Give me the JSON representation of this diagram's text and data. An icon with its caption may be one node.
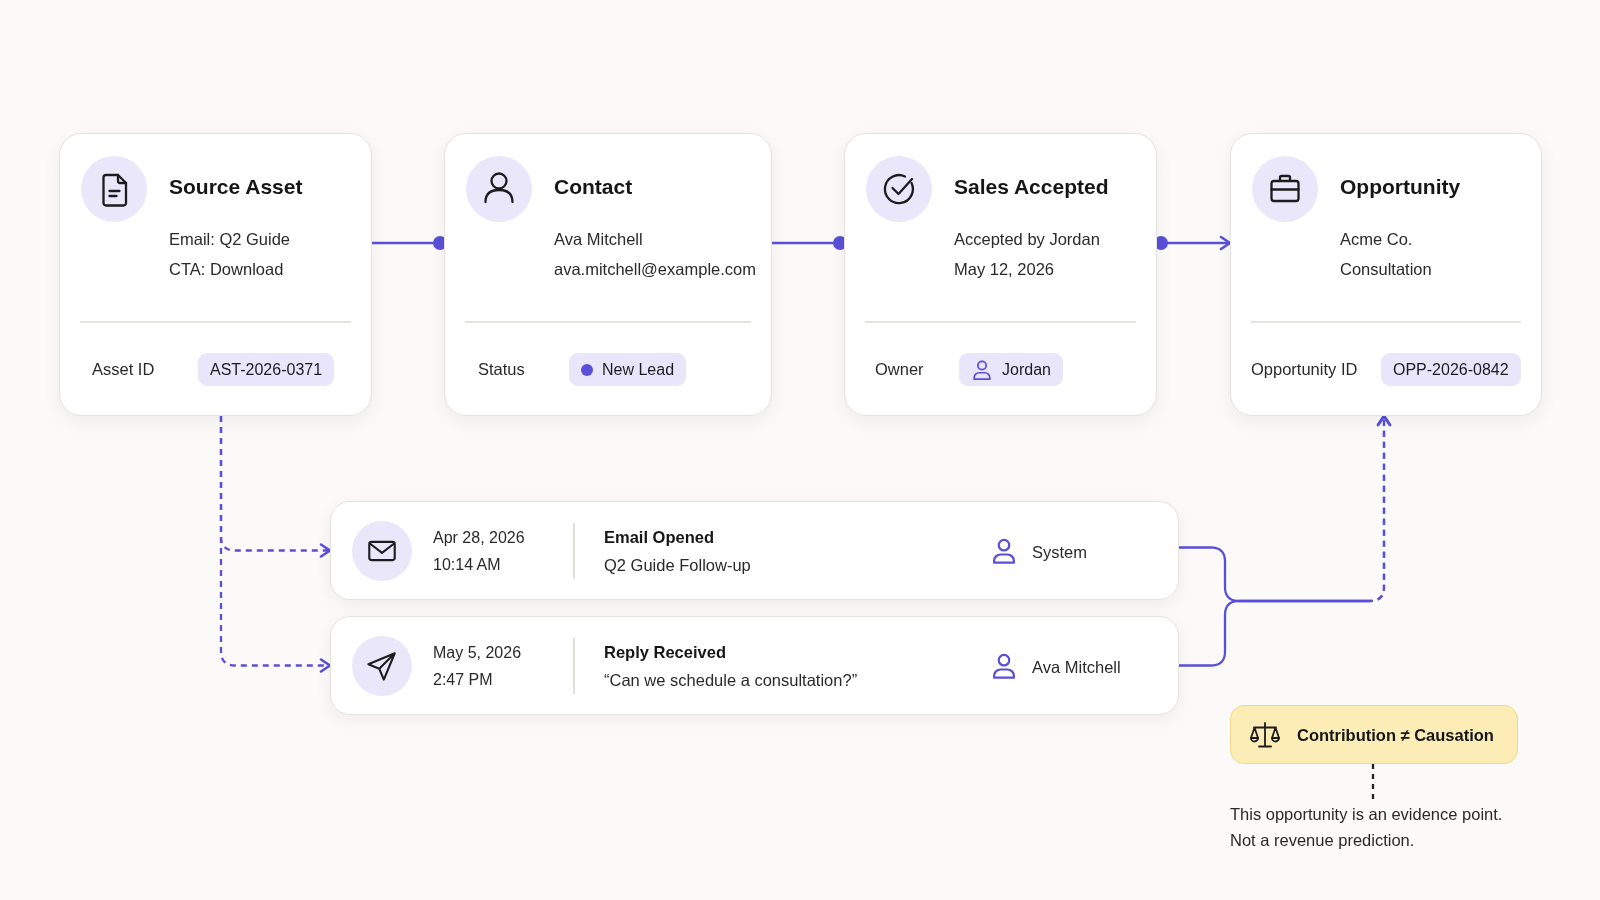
{
  "diagram": {
    "nodes": [
      {
        "text": [
          "Source Asset",
          "Email: Q2 Guide",
          "CTA: Download",
          "Asset ID"
        ]
      },
      {
        "text": [
          "AST-2026-0371"
        ],
        "in": 0
      },
      {
        "text": [
          "Contact",
          "Ava Mitchell",
          "ava.mitchell@example.com",
          "Status"
        ]
      },
      {
        "text": [
          "New Lead"
        ],
        "in": 2
      },
      {
        "text": [
          "Sales Accepted",
          "Accepted by Jordan",
          "May 12, 2026",
          "Owner"
        ]
      },
      {
        "text": [
          "Jordan"
        ],
        "in": 4
      },
      {
        "text": [
          "Opportunity",
          "Acme Co.",
          "Consultation",
          "Opportunity ID"
        ]
      },
      {
        "text": [
          "OPP-2026-0842"
        ],
        "in": 6
      },
      {
        "text": [
          "Apr 28, 2026",
          "10:14 AM",
          "Email Opened",
          "Q2 Guide Follow-up",
          "System"
        ]
      },
      {
        "text": [
          "May 5, 2026",
          "2:47 PM",
          "Reply Received",
          "“Can we schedule a consultation?”",
          "Ava Mitchell"
        ]
      },
      {
        "text": [
          "Contribution ≠ Causation"
        ]
      },
      {
        "text": [
          "This opportunity is an evidence point. Not a revenue prediction."
        ]
      }
    ],
    "edges": [
      {
        "from": 0,
        "to": 2,
        "arrow": "other"
      },
      {
        "from": 2,
        "to": 4,
        "arrow": "other"
      },
      {
        "from": 4,
        "to": 6,
        "arrow": "to"
      },
      {
        "from": 0,
        "to": 8,
        "arrow": "to",
        "style": "dashed"
      },
      {
        "from": 0,
        "to": 9,
        "arrow": "to",
        "style": "dashed"
      },
      {
        "from": 8,
        "to": 6,
        "arrow": "to",
        "style": "dashed"
      },
      {
        "from": 9,
        "to": 6,
        "arrow": "to",
        "style": "dashed"
      },
      {
        "from": 10,
        "to": 11,
        "arrow": "none",
        "style": "dashed",
        "color": "#222222"
      }
    ]
  }
}
